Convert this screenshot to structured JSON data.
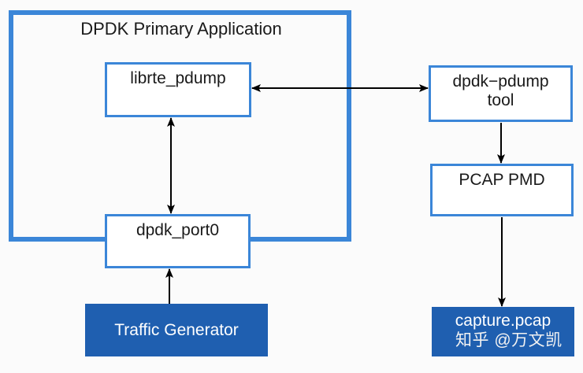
{
  "diagram": {
    "title": "DPDK Primary Application",
    "background_color": "#fbfbfb",
    "accent_border_color": "#3b86d8",
    "accent_fill_color": "#1f5fb0",
    "arrow_color": "#000000",
    "container": {
      "label": "DPDK Primary Application"
    },
    "nodes": [
      {
        "id": "librte-pdump",
        "label": "librte_pdump",
        "style": "outlined"
      },
      {
        "id": "dpdk-port0",
        "label": "dpdk_port0",
        "style": "outlined"
      },
      {
        "id": "traffic-generator",
        "label": "Traffic Generator",
        "style": "filled"
      },
      {
        "id": "dpdk-pdump-tool",
        "label_line1": "dpdk−pdump",
        "label_line2": "tool",
        "style": "outlined"
      },
      {
        "id": "pcap-pmd",
        "label": "PCAP PMD",
        "style": "outlined"
      },
      {
        "id": "capture-pcap",
        "label": "capture.pcap",
        "style": "filled"
      }
    ],
    "labels": {
      "librte_pdump": "librte_pdump",
      "dpdk_port0": "dpdk_port0",
      "traffic_generator": "Traffic Generator",
      "dpdk_pdump_tool_line1": "dpdk−pdump",
      "dpdk_pdump_tool_line2": "tool",
      "pcap_pmd": "PCAP PMD",
      "capture_pcap": "capture.pcap"
    },
    "edges": [
      {
        "from": "librte-pdump",
        "to": "dpdk-pdump-tool",
        "direction": "bidirectional",
        "orientation": "horizontal"
      },
      {
        "from": "librte-pdump",
        "to": "dpdk-port0",
        "direction": "bidirectional",
        "orientation": "vertical"
      },
      {
        "from": "traffic-generator",
        "to": "dpdk-port0",
        "direction": "forward",
        "orientation": "vertical"
      },
      {
        "from": "dpdk-pdump-tool",
        "to": "pcap-pmd",
        "direction": "forward",
        "orientation": "vertical"
      },
      {
        "from": "pcap-pmd",
        "to": "capture-pcap",
        "direction": "forward",
        "orientation": "vertical"
      }
    ],
    "watermark": "知乎 @万文凯"
  }
}
